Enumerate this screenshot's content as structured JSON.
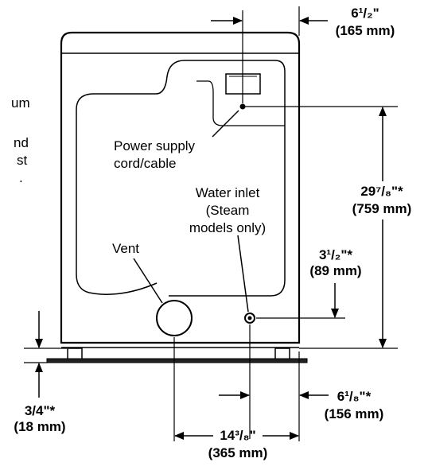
{
  "edge_text": [
    "um",
    "nd",
    "st",
    "."
  ],
  "labels": {
    "power": [
      "Power supply",
      "cord/cable"
    ],
    "water": [
      "Water inlet",
      "(Steam",
      "models only)"
    ],
    "vent": "Vent"
  },
  "dimensions": {
    "top_offset": [
      "6¹/₂\"",
      "(165 mm)"
    ],
    "height_right": [
      "29⁷/₈\"*",
      "(759 mm)"
    ],
    "inlet_height": [
      "3¹/₂\"*",
      "(89 mm)"
    ],
    "foot_height": [
      "3/4\"*",
      "(18 mm)"
    ],
    "bottom_offset": [
      "6¹/₈\"*",
      "(156 mm)"
    ],
    "bottom_width": [
      "14³/₈\"",
      "(365 mm)"
    ]
  }
}
